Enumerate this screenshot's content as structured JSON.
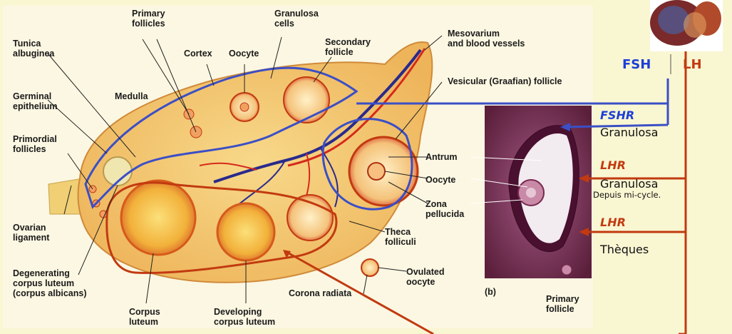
{
  "labels": {
    "primary_follicles": "Primary\nfollicles",
    "granulosa_cells": "Granulosa\ncells",
    "mesovarium": "Mesovarium\nand blood vessels",
    "tunica_albuginea": "Tunica\nalbuginea",
    "cortex": "Cortex",
    "oocyte_top": "Oocyte",
    "secondary_follicle": "Secondary\nfollicle",
    "vesicular_follicle": "Vesicular (Graafian) follicle",
    "germinal_epithelium": "Germinal\nepithelium",
    "medulla": "Medulla",
    "primordial_follicles": "Primordial\nfollicles",
    "antrum": "Antrum",
    "oocyte_right": "Oocyte",
    "zona_pellucida": "Zona\npellucida",
    "ovarian_ligament": "Ovarian\nligament",
    "theca_folliculi": "Theca\nfolliculi",
    "degenerating": "Degenerating\ncorpus luteum\n(corpus albicans)",
    "ovulated_oocyte": "Ovulated\noocyte",
    "corona_radiata": "Corona radiata",
    "corpus_luteum": "Corpus\nluteum",
    "developing_cl": "Developing\ncorpus luteum",
    "panel_b": "(b)",
    "primary_follicle": "Primary\nfollicle"
  },
  "hormones": {
    "fsh": "FSH",
    "lh": "LH",
    "fshr": "FSHR",
    "granulosa1": "Granulosa",
    "lhr1": "LHR",
    "granulosa2": "Granulosa",
    "depuis": "Depuis mi-cycle.",
    "lhr2": "LHR",
    "theques": "Thèques"
  },
  "colors": {
    "background": "#f9f6d2",
    "fsh_blue": "#1c3fd6",
    "lh_red": "#c23a10"
  }
}
